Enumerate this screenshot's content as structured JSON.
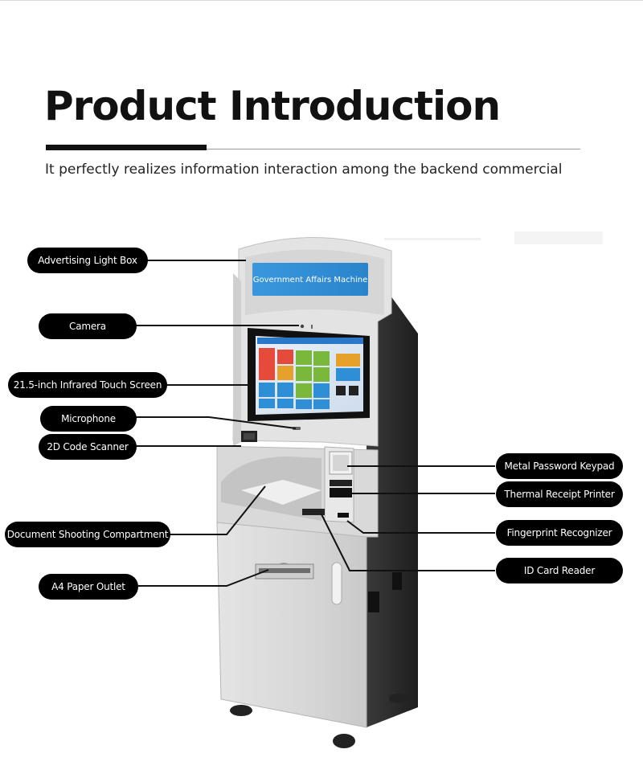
{
  "page": {
    "title": "Product Introduction",
    "subtitle": "It perfectly realizes information interaction among the backend commercial"
  },
  "kiosk": {
    "sign_text": "Government Affairs Machine"
  },
  "callouts": {
    "advertising_light_box": "Advertising Light Box",
    "camera": "Camera",
    "touch_screen": "21.5-inch Infrared Touch Screen",
    "microphone": "Microphone",
    "code_scanner": "2D Code Scanner",
    "document_compartment": "Document Shooting Compartment",
    "paper_outlet": "A4 Paper Outlet",
    "password_keypad": "Metal Password Keypad",
    "receipt_printer": "Thermal Receipt Printer",
    "fingerprint": "Fingerprint Recognizer",
    "id_card_reader": "ID Card Reader"
  },
  "colors": {
    "pill_bg": "#000000",
    "sign_blue": "#2f8fd6",
    "body_gray": "#dcdcdc",
    "side_dark": "#2b2b2b"
  }
}
